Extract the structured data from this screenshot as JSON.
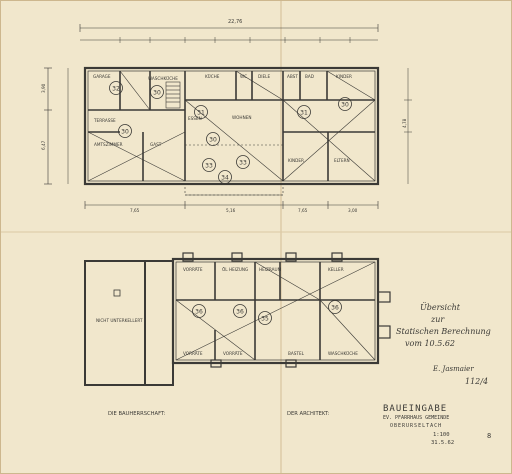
{
  "plan": {
    "top_dimensions": {
      "overall": "22,76"
    },
    "upper_floor": {
      "rooms": [
        {
          "id": "garage",
          "label": "GARAGE"
        },
        {
          "id": "waschkueche",
          "label": "WASCHKÜCHE"
        },
        {
          "id": "kueche",
          "label": "KÜCHE"
        },
        {
          "id": "wc",
          "label": "WC"
        },
        {
          "id": "diele",
          "label": "DIELE"
        },
        {
          "id": "abst",
          "label": "ABST"
        },
        {
          "id": "bad",
          "label": "BAD"
        },
        {
          "id": "kinder1",
          "label": "KINDER"
        },
        {
          "id": "terrasse",
          "label": "TERRASSE"
        },
        {
          "id": "essen",
          "label": "ESSEN"
        },
        {
          "id": "wohnen",
          "label": "WOHNEN"
        },
        {
          "id": "amtszimmer",
          "label": "AMTSZIMMER"
        },
        {
          "id": "gast",
          "label": "GAST"
        },
        {
          "id": "kinder2",
          "label": "KINDER"
        },
        {
          "id": "eltern",
          "label": "ELTERN"
        }
      ],
      "markers": [
        "32",
        "30",
        "31",
        "30",
        "31",
        "30",
        "30",
        "33",
        "33",
        "34"
      ],
      "bottom_dims": [
        "7,65",
        "5,16",
        "7,65",
        "3,00"
      ],
      "left_dims": [
        "3,90",
        "6,47",
        "4,78"
      ]
    },
    "lower_floor": {
      "rooms": [
        {
          "id": "vorrat1",
          "label": "VORRÄTE"
        },
        {
          "id": "oelheizung",
          "label": "ÖL HEIZUNG"
        },
        {
          "id": "heizraum",
          "label": "HEIZRAUM"
        },
        {
          "id": "kellerraum",
          "label": "KELLER"
        },
        {
          "id": "nicht_unterkellert",
          "label": "NICHT UNTERKELLERT"
        },
        {
          "id": "vorrat2",
          "label": "VORRÄTE"
        },
        {
          "id": "vorrat3",
          "label": "VORRÄTE"
        },
        {
          "id": "bastel",
          "label": "BASTEL"
        },
        {
          "id": "waschkueche_k",
          "label": "WASCHKÜCHE"
        }
      ],
      "markers": [
        "36",
        "35",
        "36",
        "36"
      ]
    }
  },
  "annotation": {
    "line1": "Übersicht",
    "line2": "zur",
    "line3": "Statischen Berechnung",
    "line4": "vom  10.5.62",
    "signature": "E. Jasmaier",
    "sheet_ref": "112/4"
  },
  "signatures": {
    "owner_label": "DIE BAUHERRSCHAFT:",
    "architect_label": "DER ARCHITEKT:"
  },
  "title_block": {
    "line1": "BAUEINGABE",
    "line2": "EV. PFARRHAUS GEMEINDE",
    "line3": "OBERURSELTACH",
    "scale": "1:100",
    "date": "31.5.62",
    "number": "8"
  },
  "colors": {
    "paper": "#efe3c6",
    "ink": "#3b3a36",
    "fold": "#d9c9a6"
  }
}
